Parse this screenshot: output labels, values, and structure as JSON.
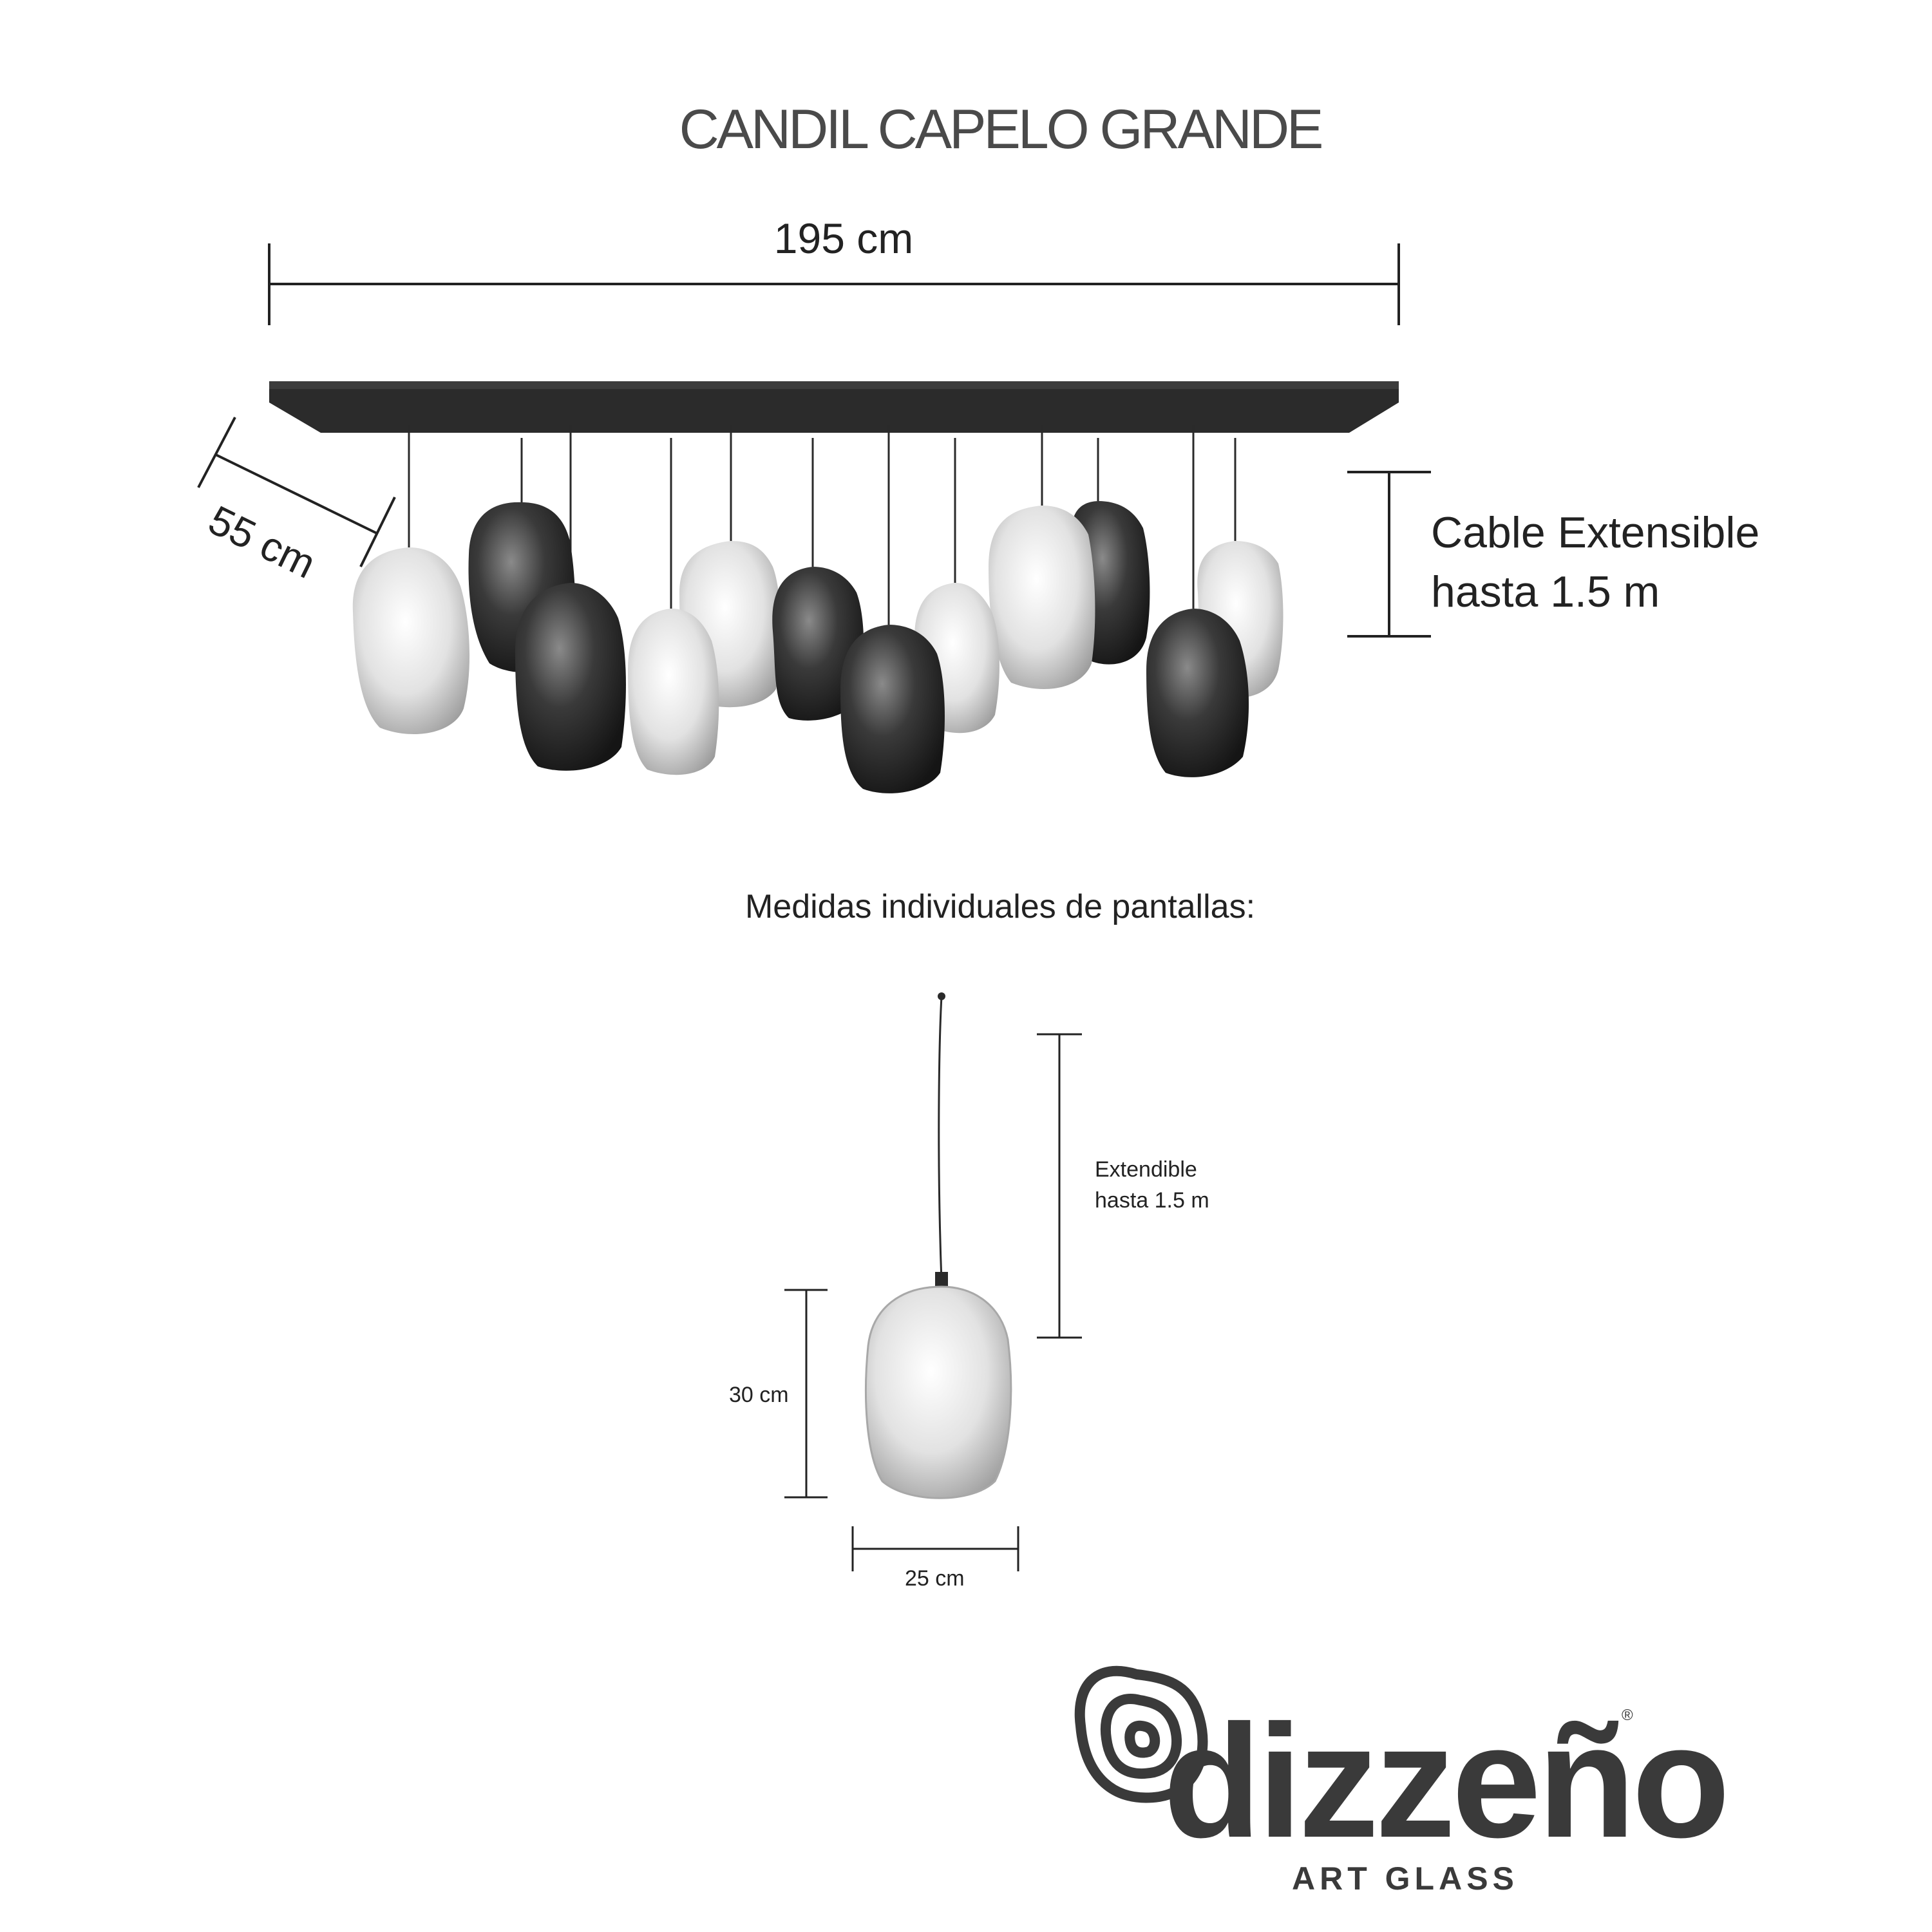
{
  "title": "CANDIL CAPELO GRANDE",
  "dimensions": {
    "width": "195 cm",
    "depth": "55 cm",
    "cable_line1": "Cable Extensible",
    "cable_line2": "hasta 1.5 m"
  },
  "detail": {
    "heading": "Medidas individuales de pantallas:",
    "extendible_line1": "Extendible",
    "extendible_line2": "hasta 1.5 m",
    "height": "30 cm",
    "width": "25 cm"
  },
  "brand": {
    "name": "dizzeño",
    "registered": "®",
    "tagline": "ART GLASS"
  },
  "colors": {
    "canopy": "#2b2b2b",
    "dark_glass": "#2e2e2e",
    "clear_glass": "#d4d4d4",
    "brand": "#3a3a3a"
  }
}
